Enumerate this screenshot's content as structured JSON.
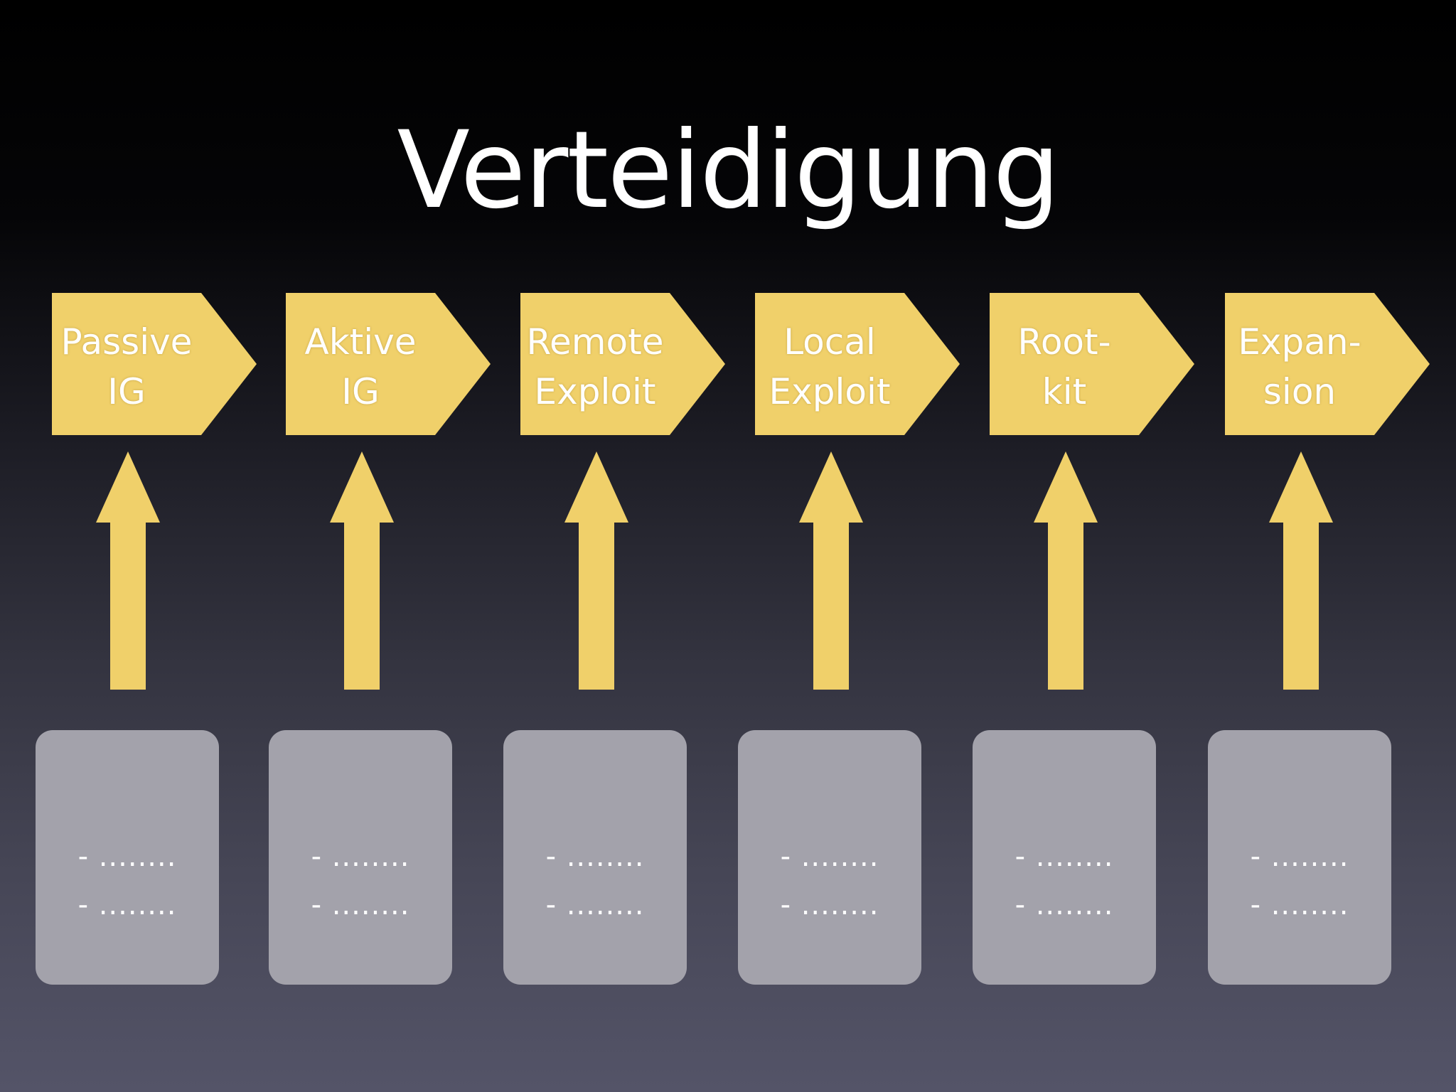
{
  "title": "Verteidigung",
  "colors": {
    "step_fill": "#f0d06a",
    "arrow_fill": "#f0d06a",
    "notes_box_fill": "#a3a2ab",
    "text": "#ffffff"
  },
  "steps": [
    {
      "label": "Passive\nIG",
      "notes": [
        "- ........",
        "- ........"
      ]
    },
    {
      "label": "Aktive\nIG",
      "notes": [
        "- ........",
        "- ........"
      ]
    },
    {
      "label": "Remote\nExploit",
      "notes": [
        "- ........",
        "- ........"
      ]
    },
    {
      "label": "Local\nExploit",
      "notes": [
        "- ........",
        "- ........"
      ]
    },
    {
      "label": "Root-\nkit",
      "notes": [
        "- ........",
        "- ........"
      ]
    },
    {
      "label": "Expan-\nsion",
      "notes": [
        "- ........",
        "- ........"
      ]
    }
  ]
}
